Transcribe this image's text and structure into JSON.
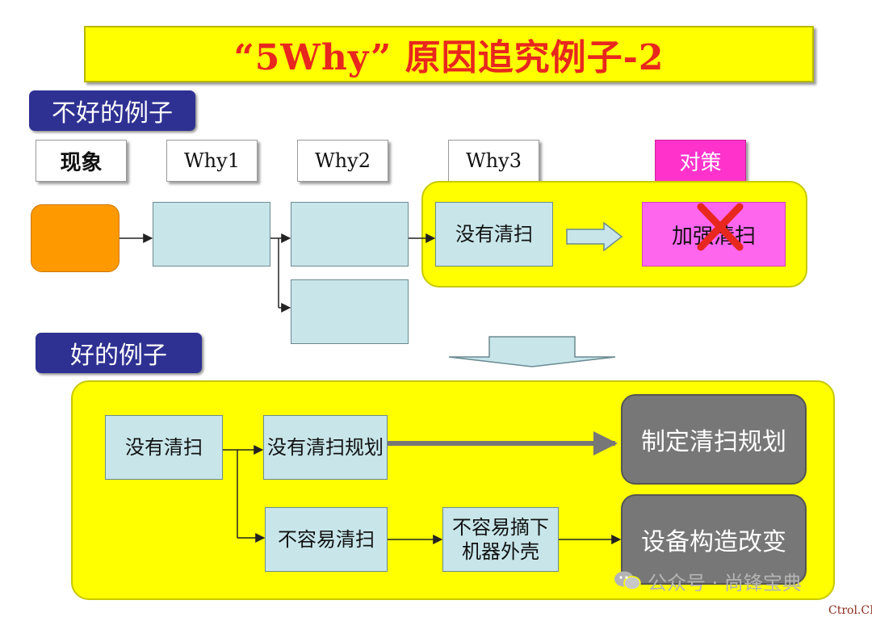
{
  "title": "“5Why” 原因追究例子-2",
  "bad_example": {
    "label": "不好的例子",
    "headers": {
      "phenomenon": "现象",
      "why1": "Why1",
      "why2": "Why2",
      "why3": "Why3",
      "countermeasure": "对策"
    },
    "why3_box": "没有清扫",
    "countermeasure_box": "加强清扫"
  },
  "good_example": {
    "label": "好的例子",
    "cause_box": "没有清扫",
    "branch1_box": "没有清扫规划",
    "branch2_box": "不容易清扫",
    "branch2_sub_box": "不容易摘下机器外壳",
    "result1": "制定清扫规划",
    "result2": "设备构造改变"
  },
  "watermark": "公众号 · 尚锋宝典",
  "footer": "Ctrol.CN",
  "colors": {
    "title_bg": "#ffff00",
    "title_text": "#e8271e",
    "label_bg": "#2e3192",
    "process_box": "#c8e6ea",
    "panel_bg": "#ffff00",
    "result_box": "#777777",
    "phenomenon_box": "#ff9900",
    "countermeasure_bg": "#ff66ee",
    "header_pink": "#ff33cc",
    "cross": "#e8271e"
  }
}
